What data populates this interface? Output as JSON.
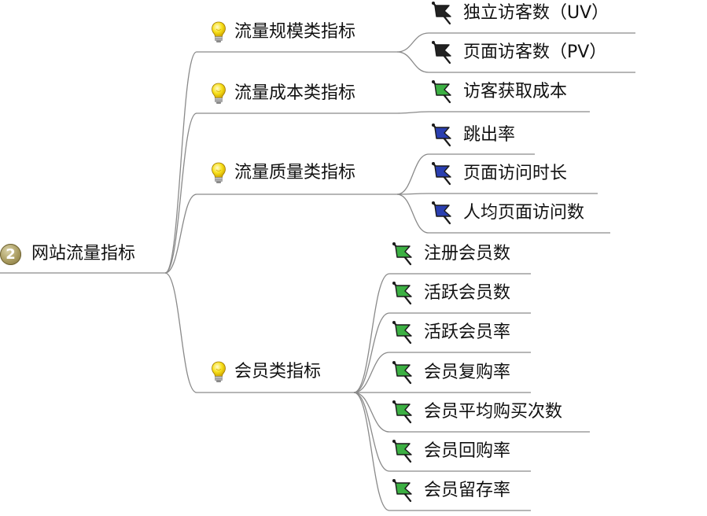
{
  "root": {
    "badge": "2",
    "label": "网站流量指标",
    "badge_color": "#a89a5e"
  },
  "branches": [
    {
      "label": "流量规模类指标",
      "icon": "bulb-icon",
      "children": [
        {
          "label": "独立访客数（UV）",
          "flag_color": "#222222"
        },
        {
          "label": "页面访客数（PV）",
          "flag_color": "#222222"
        }
      ]
    },
    {
      "label": "流量成本类指标",
      "icon": "bulb-icon",
      "children": [
        {
          "label": "访客获取成本",
          "flag_color": "#3cb043"
        }
      ]
    },
    {
      "label": "流量质量类指标",
      "icon": "bulb-icon",
      "children": [
        {
          "label": "跳出率",
          "flag_color": "#2a3fb0"
        },
        {
          "label": "页面访问时长",
          "flag_color": "#2a3fb0"
        },
        {
          "label": "人均页面访问数",
          "flag_color": "#2a3fb0"
        }
      ]
    },
    {
      "label": "会员类指标",
      "icon": "bulb-icon",
      "children": [
        {
          "label": "注册会员数",
          "flag_color": "#3cb043"
        },
        {
          "label": "活跃会员数",
          "flag_color": "#3cb043"
        },
        {
          "label": "活跃会员率",
          "flag_color": "#3cb043"
        },
        {
          "label": "会员复购率",
          "flag_color": "#3cb043"
        },
        {
          "label": "会员平均购买次数",
          "flag_color": "#3cb043"
        },
        {
          "label": "会员回购率",
          "flag_color": "#3cb043"
        },
        {
          "label": "会员留存率",
          "flag_color": "#3cb043"
        }
      ]
    }
  ],
  "colors": {
    "edge": "#8a8a8a",
    "bulb": "#f7e01a"
  }
}
